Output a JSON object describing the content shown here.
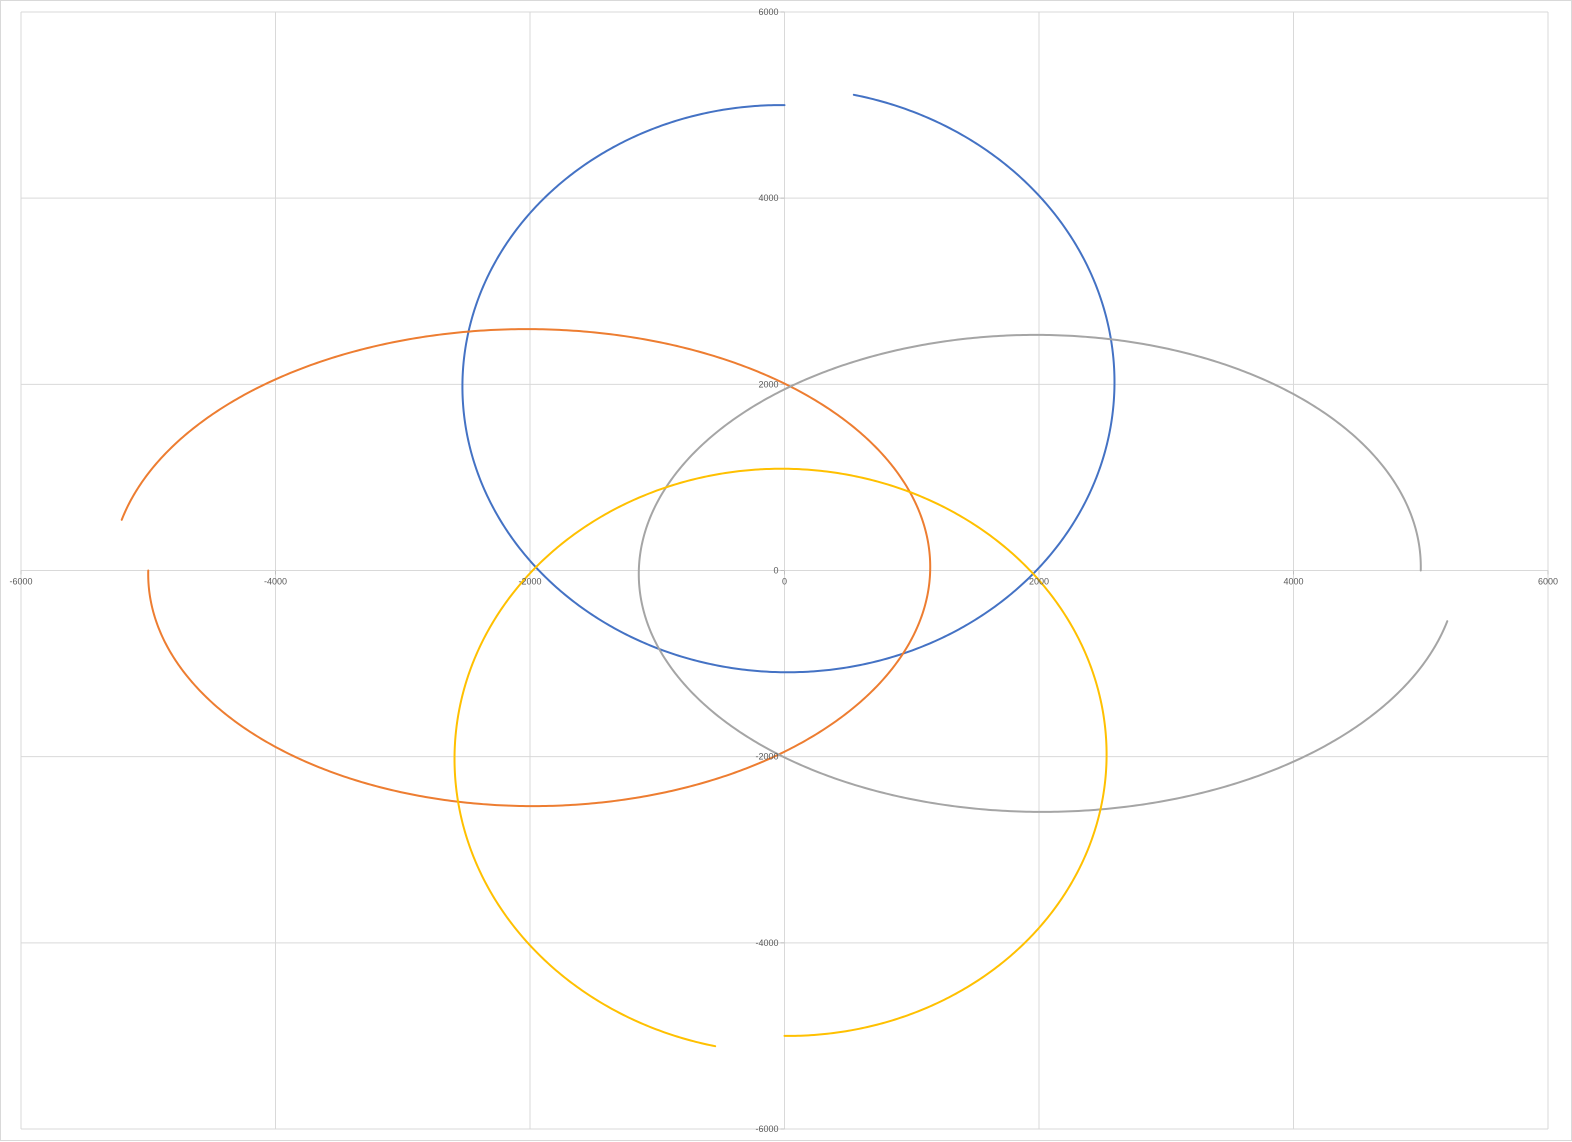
{
  "chart_data": {
    "type": "scatter",
    "title": "",
    "xlabel": "",
    "ylabel": "",
    "xlim": [
      -6000,
      6000
    ],
    "ylim": [
      -6000,
      6000
    ],
    "grid": true,
    "legend": "none",
    "x_ticks": [
      "-6000",
      "-4000",
      "-2000",
      "0",
      "2000",
      "4000",
      "6000"
    ],
    "y_ticks": [
      "6000",
      "4000",
      "2000",
      "0",
      "-2000",
      "-4000",
      "-6000"
    ],
    "x_tick_values": [
      -6000,
      -4000,
      -2000,
      0,
      2000,
      4000,
      6000
    ],
    "y_tick_values": [
      6000,
      4000,
      2000,
      0,
      -2000,
      -4000,
      -6000
    ],
    "series": [
      {
        "color": "#4472C4",
        "cx": 0,
        "cy": 2000,
        "rx_start": 2500,
        "rx_end": 2620,
        "ry_start": 3000,
        "ry_end": 3180,
        "angle_start_deg": 90,
        "angle_end_deg": 438
      },
      {
        "color": "#ED7D31",
        "cx": -2000,
        "cy": 0,
        "rx_start": 3000,
        "rx_end": 3280,
        "ry_start": 2500,
        "ry_end": 2620,
        "angle_start_deg": 180,
        "angle_end_deg": 528
      },
      {
        "color": "#A5A5A5",
        "cx": 2000,
        "cy": 0,
        "rx_start": 3000,
        "rx_end": 3280,
        "ry_start": 2500,
        "ry_end": 2620,
        "angle_start_deg": 0,
        "angle_end_deg": 348
      },
      {
        "color": "#FFC000",
        "cx": 0,
        "cy": -2000,
        "rx_start": 2500,
        "rx_end": 2620,
        "ry_start": 3000,
        "ry_end": 3180,
        "angle_start_deg": 270,
        "angle_end_deg": 618
      }
    ]
  }
}
